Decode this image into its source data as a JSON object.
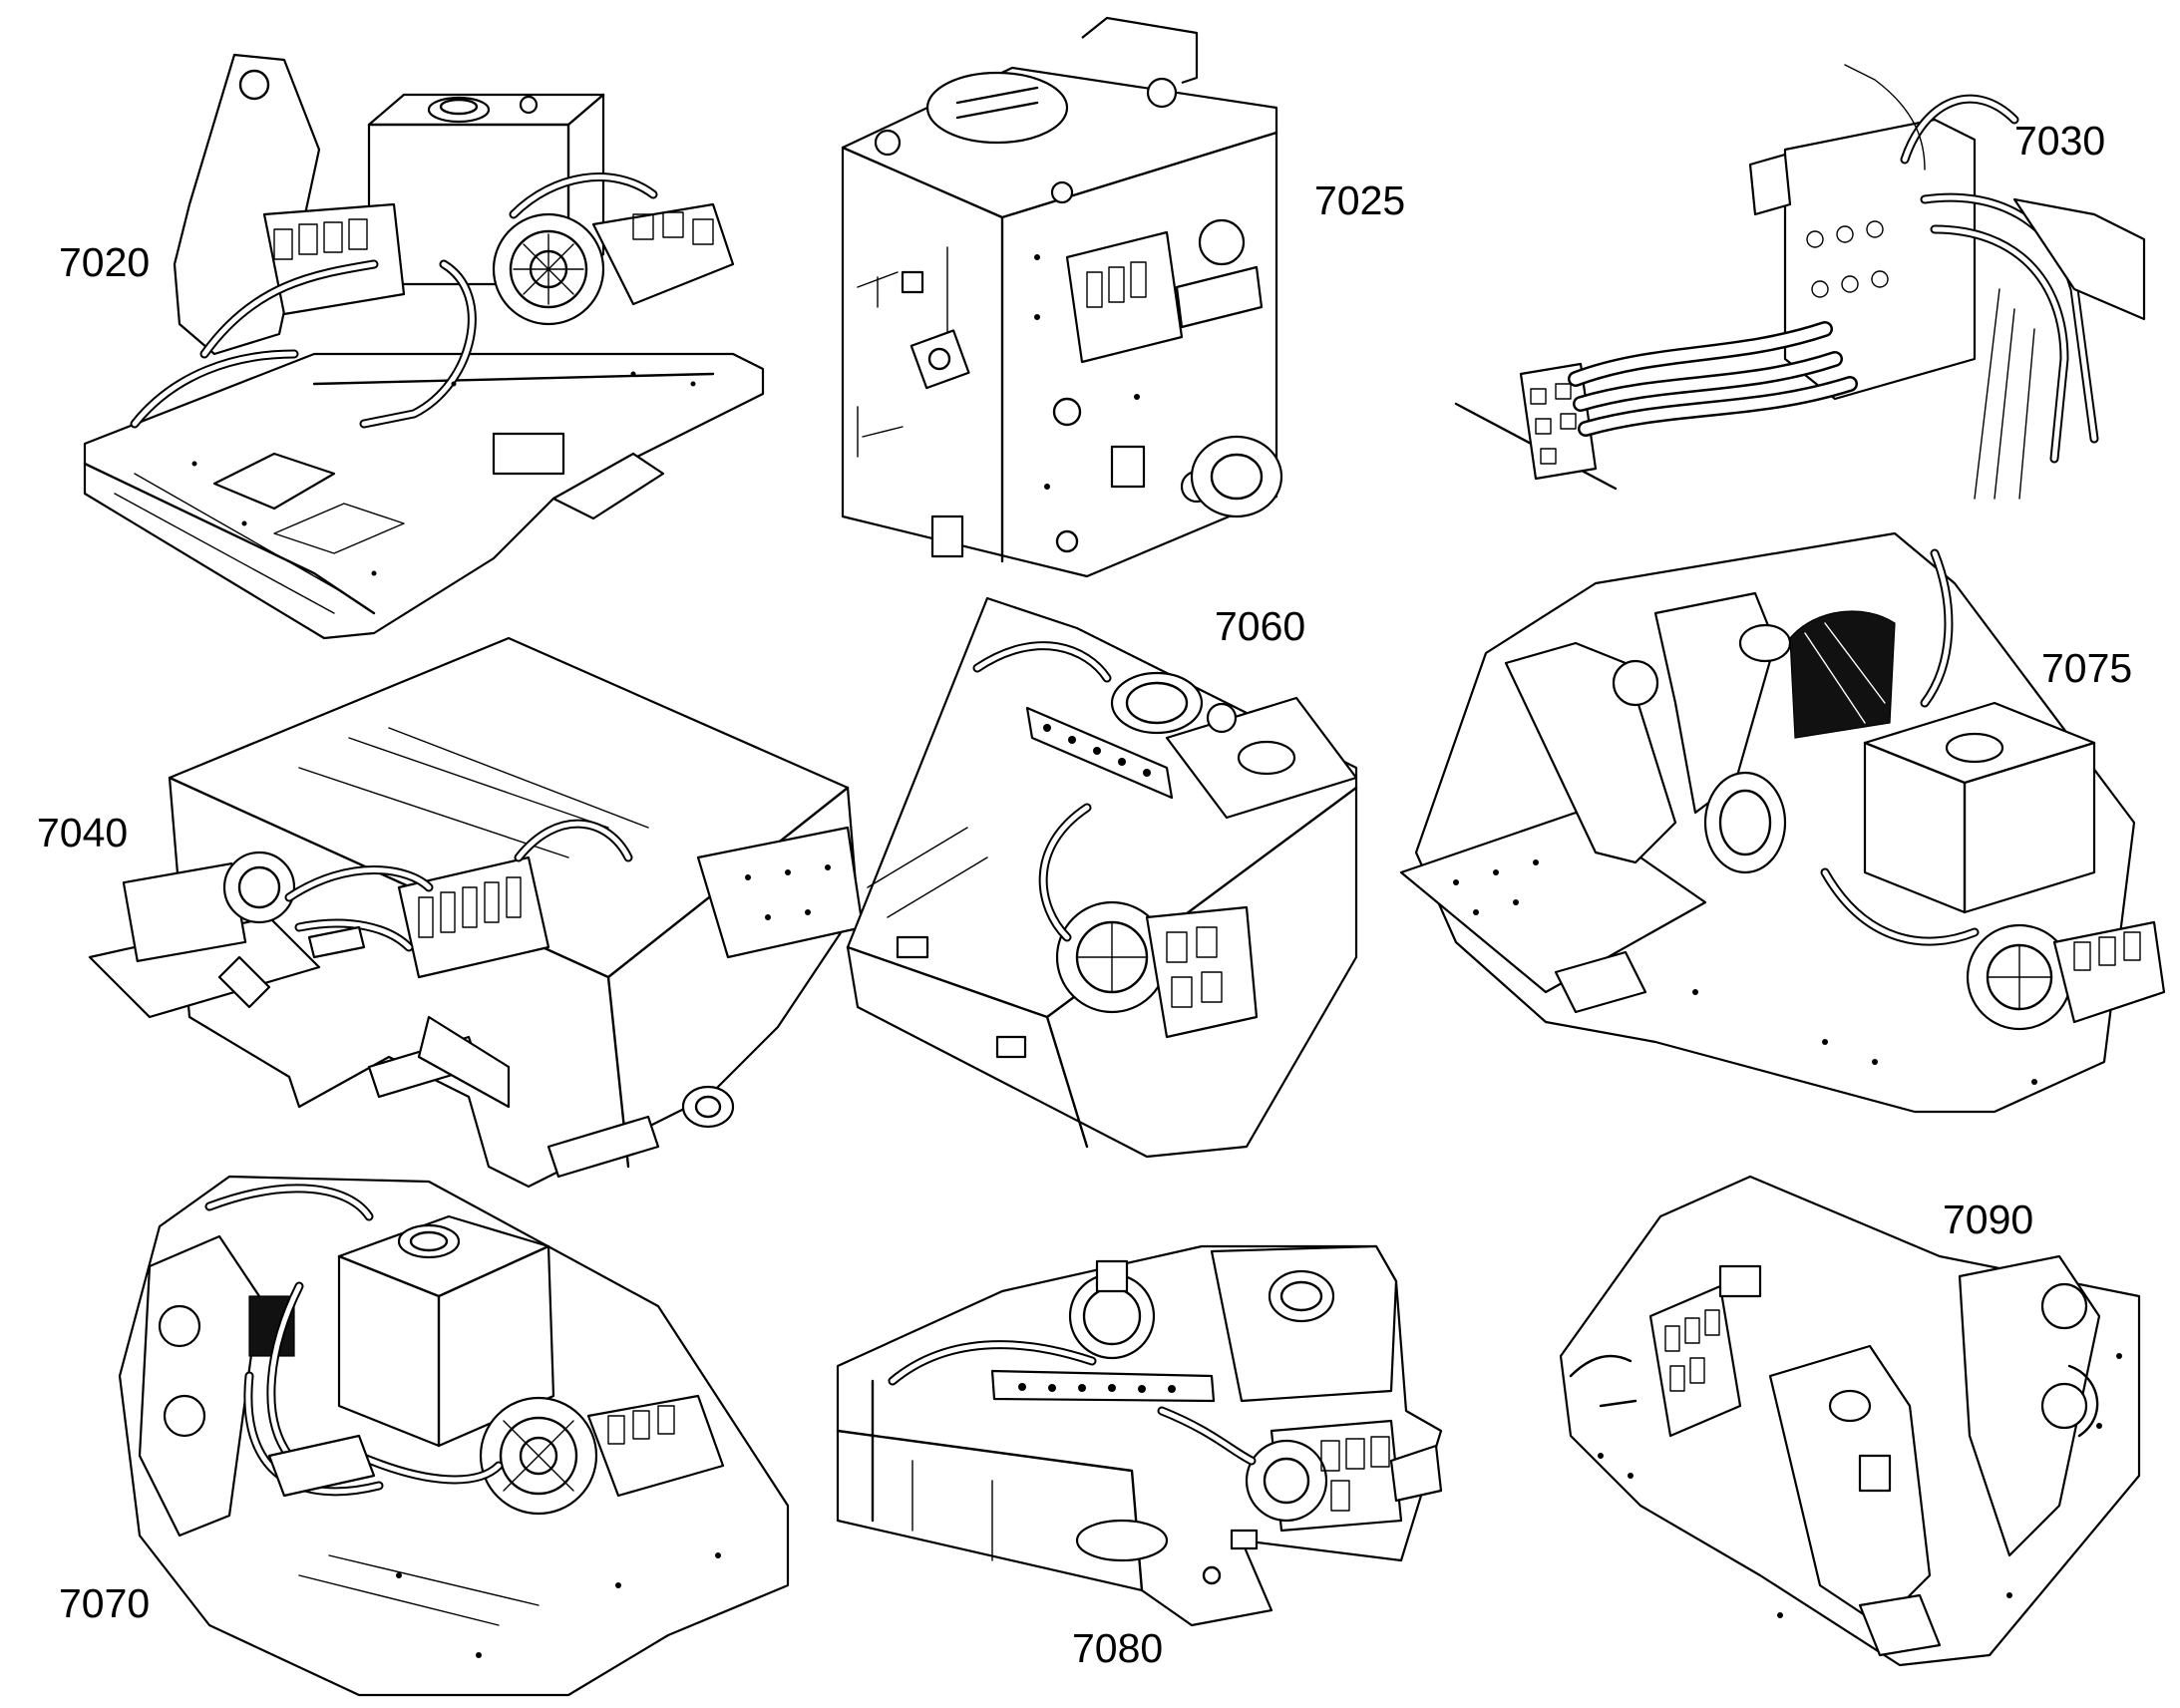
{
  "figure": {
    "views": [
      {
        "label": "7020"
      },
      {
        "label": "7025"
      },
      {
        "label": "7030"
      },
      {
        "label": "7040"
      },
      {
        "label": "7060"
      },
      {
        "label": "7075"
      },
      {
        "label": "7070"
      },
      {
        "label": "7080"
      },
      {
        "label": "7090"
      }
    ]
  },
  "colors": {
    "line": "#000000",
    "background": "#ffffff"
  }
}
